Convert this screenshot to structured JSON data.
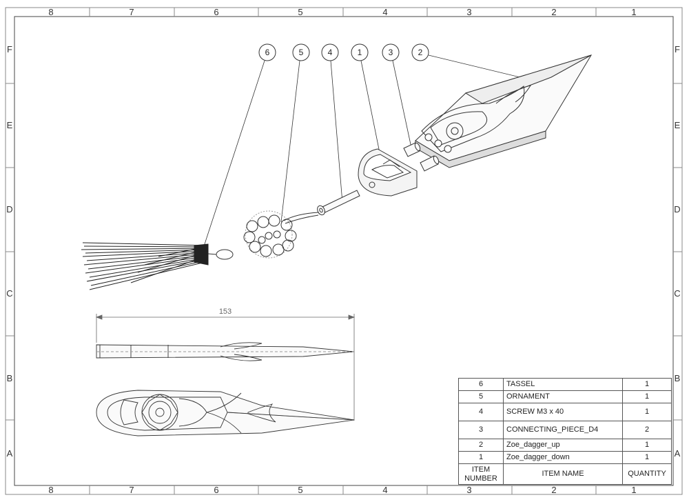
{
  "zones": {
    "columns": [
      "8",
      "7",
      "6",
      "5",
      "4",
      "3",
      "2",
      "1"
    ],
    "rows": [
      "F",
      "E",
      "D",
      "C",
      "B",
      "A"
    ]
  },
  "balloons": [
    "6",
    "5",
    "4",
    "1",
    "3",
    "2"
  ],
  "dimension": {
    "value": "153"
  },
  "bom": {
    "headers": {
      "item_number": "ITEM NUMBER",
      "item_name": "ITEM NAME",
      "quantity": "QUANTITY"
    },
    "rows": [
      {
        "item_number": "6",
        "item_name": "TASSEL",
        "quantity": "1"
      },
      {
        "item_number": "5",
        "item_name": "ORNAMENT",
        "quantity": "1"
      },
      {
        "item_number": "4",
        "item_name": "SCREW M3 x 40",
        "quantity": "1"
      },
      {
        "item_number": "3",
        "item_name": "CONNECTING_PIECE_D4",
        "quantity": "2"
      },
      {
        "item_number": "2",
        "item_name": "Zoe_dagger_up",
        "quantity": "1"
      },
      {
        "item_number": "1",
        "item_name": "Zoe_dagger_down",
        "quantity": "1"
      }
    ]
  }
}
